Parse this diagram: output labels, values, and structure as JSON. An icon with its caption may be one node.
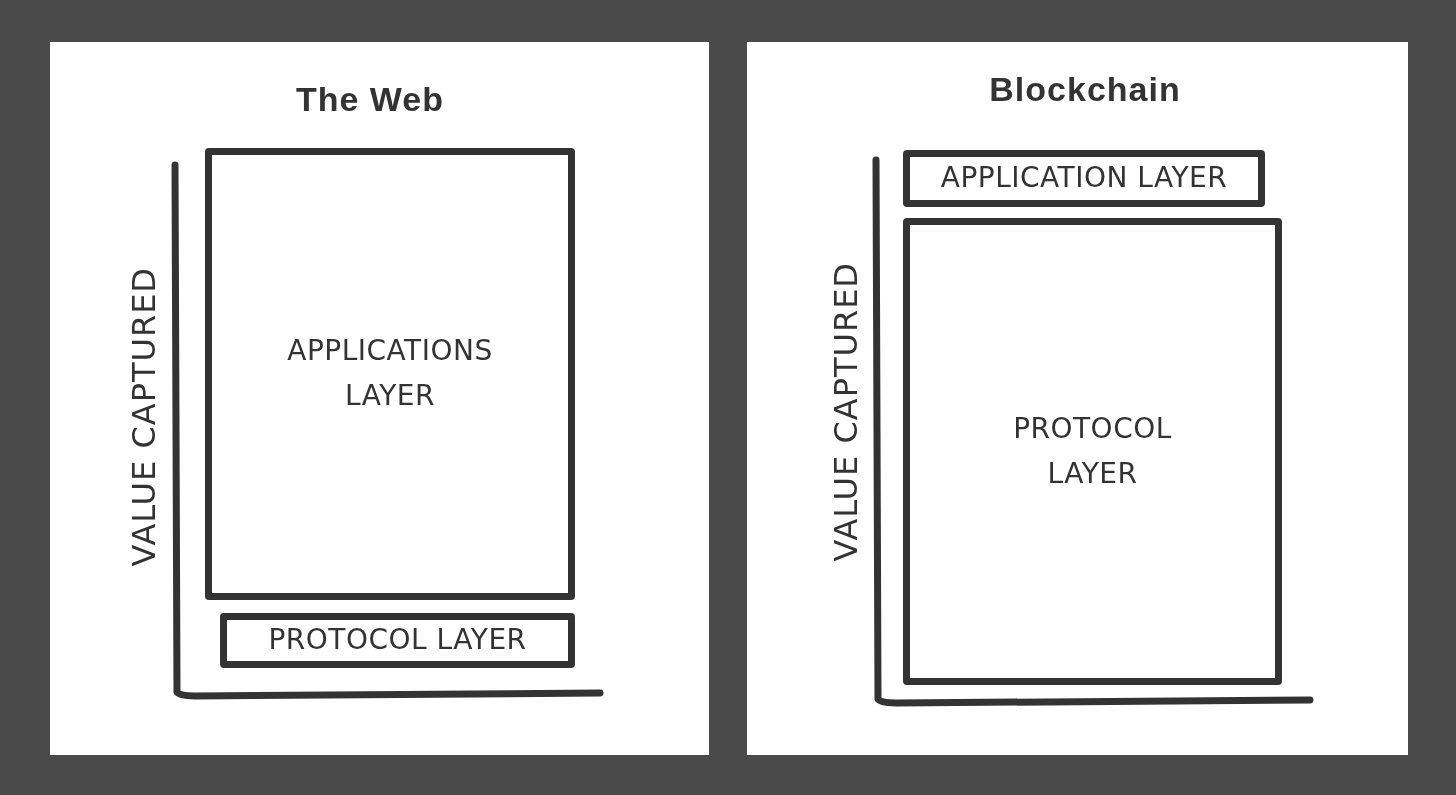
{
  "diagram": {
    "nodes": [
      {
        "text": [
          "The Web"
        ]
      },
      {
        "text": [
          "APPLICATIONS LAYER"
        ],
        "in": 0
      },
      {
        "text": [
          "PROTOCOL LAYER"
        ],
        "in": 0
      },
      {
        "text": [
          "Blockchain"
        ]
      },
      {
        "text": [
          "APPLICATION LAYER"
        ],
        "in": 3
      },
      {
        "text": [
          "PROTOCOL LAYER"
        ],
        "in": 3
      }
    ],
    "edges": [],
    "labels": [
      "VALUE CAPTURED",
      "VALUE CAPTURED"
    ]
  }
}
